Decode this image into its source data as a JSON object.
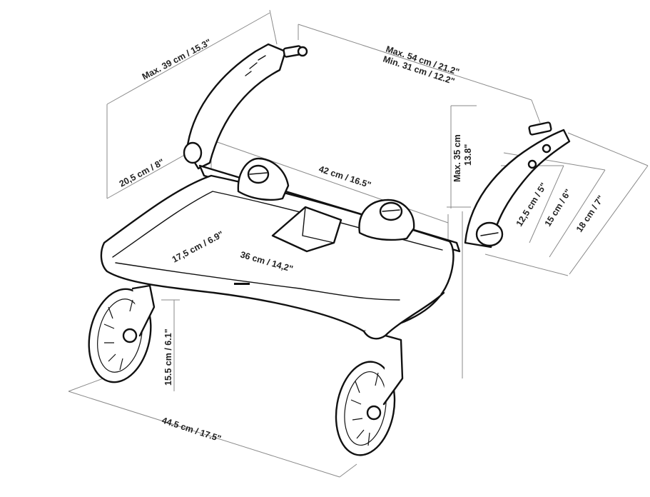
{
  "diagram": {
    "labels": {
      "handle_length": "Max. 39 cm / 15.3\"",
      "width_max": "Max. 54 cm / 21.2\"",
      "width_min": "Min. 31 cm / 12.2\"",
      "height_max_cm": "Max. 35 cm",
      "height_max_in": "13.8\"",
      "bar_offset": "20,5 cm / 8\"",
      "bar_width": "42 cm / 16.5\"",
      "board_depth": "17,5 cm / 6.9\"",
      "board_width": "36 cm / 14,2\"",
      "clamp_12": "12,5 cm / 5\"",
      "clamp_15": "15 cm / 6\"",
      "clamp_18": "18 cm / 7\"",
      "wheel_height": "15.5 cm / 6.1\"",
      "total_length": "44.5 cm / 17.5\""
    },
    "colors": {
      "ink": "#111111",
      "dimension_line": "#8a8a8a",
      "label_text": "#222222",
      "background": "#ffffff"
    }
  }
}
